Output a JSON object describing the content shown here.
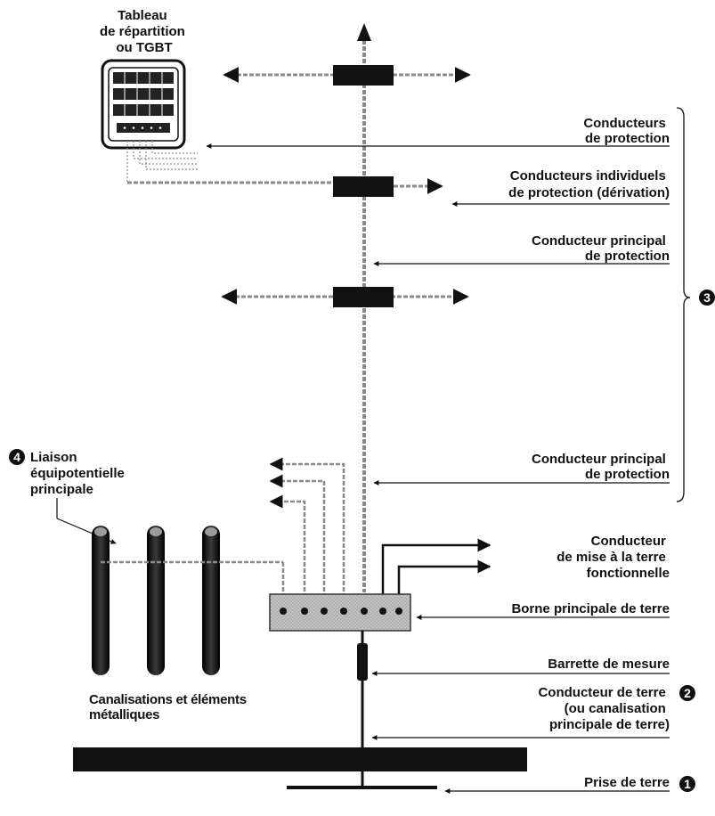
{
  "labels": {
    "tableau": [
      "Tableau",
      "de répartition",
      "ou TGBT"
    ],
    "conducteurs_protection": [
      "Conducteurs",
      "de protection"
    ],
    "conducteurs_individuels": [
      "Conducteurs individuels",
      "de protection (dérivation)"
    ],
    "conducteur_principal_1": [
      "Conducteur principal",
      "de protection"
    ],
    "conducteur_principal_2": [
      "Conducteur principal",
      "de protection"
    ],
    "liaison": [
      "Liaison",
      "équipotentielle",
      "principale"
    ],
    "conducteur_fonctionnel": [
      "Conducteur",
      "de mise à la terre",
      "fonctionnelle"
    ],
    "borne": "Borne principale de terre",
    "barrette": "Barrette de mesure",
    "conducteur_terre": [
      "Conducteur de terre",
      "(ou canalisation",
      "principale de terre)"
    ],
    "canalisations": [
      "Canalisations et éléments",
      "métalliques"
    ],
    "prise": "Prise de terre"
  },
  "badges": {
    "prise": "1",
    "conducteur_terre": "2",
    "bracket": "3",
    "liaison": "4"
  },
  "colors": {
    "ink": "#111111",
    "dashed_conductor": "#8a8a8a",
    "terminal_fill": "#b9b9b9",
    "pipe_body": "#1a1a1a"
  }
}
